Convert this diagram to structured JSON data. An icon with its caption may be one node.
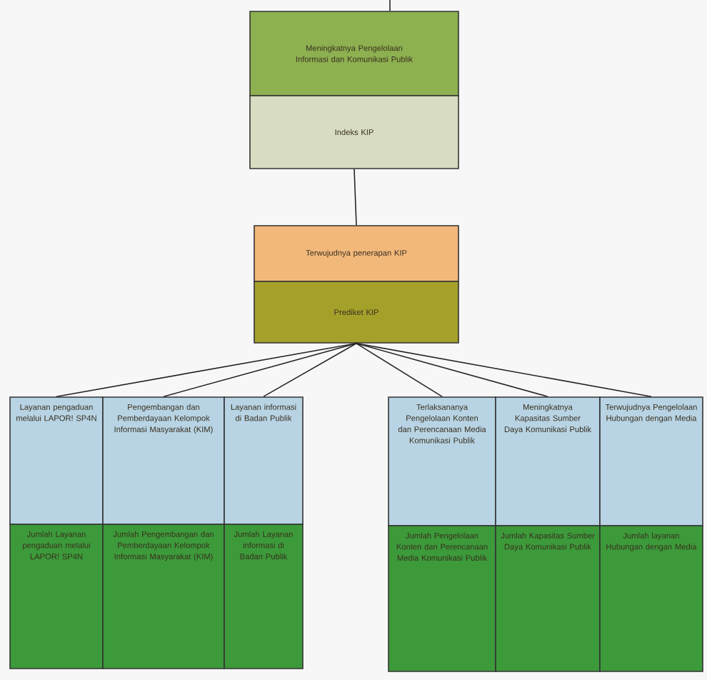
{
  "diagram": {
    "nodes": [
      {
        "text": [
          "Meningkatnya Pengelolaan Informasi dan Komunikasi Publik"
        ]
      },
      {
        "text": [
          "Indeks KIP"
        ]
      },
      {
        "text": [
          "Terwujudnya penerapan KIP"
        ]
      },
      {
        "text": [
          "Prediket KIP"
        ]
      },
      {
        "text": [
          "Layanan pengaduan melalui LAPOR! SP4N"
        ]
      },
      {
        "text": [
          "Pengembangan dan Pemberdayaan Kelompok Informasi Masyarakat (KIM)"
        ]
      },
      {
        "text": [
          "Layanan informasi di Badan Publik"
        ]
      },
      {
        "text": [
          "Terlaksananya Pengelolaan Konten dan Perencanaan Media Komunikasi Publik"
        ]
      },
      {
        "text": [
          "Meningkatnya Kapasitas Sumber Daya Komunikasi Publik"
        ]
      },
      {
        "text": [
          "Terwujudnya Pengelolaan Hubungan dengan Media"
        ]
      },
      {
        "text": [
          "Jumlah Layanan pengaduan melalui LAPOR! SP4N"
        ]
      },
      {
        "text": [
          "Jumlah Pengembangan dan Pemberdayaan Kelompok Informasi Masyarakat (KIM)"
        ]
      },
      {
        "text": [
          "Jumlah Layanan informasi di Badan Publik"
        ]
      },
      {
        "text": [
          "Jumlah Pengelolaan Konten dan Perencanaan Media Komunikasi Publik"
        ]
      },
      {
        "text": [
          "Jumlah Kapasitas Sumber Daya Komunikasi Publik"
        ]
      },
      {
        "text": [
          "Jumlah layanan Hubungan dengan Media"
        ]
      }
    ],
    "edges": [
      {
        "from": null,
        "to": 0,
        "arrow": "none"
      },
      {
        "from": 1,
        "to": 2,
        "arrow": "none"
      },
      {
        "from": 3,
        "to": 4,
        "arrow": "none"
      },
      {
        "from": 3,
        "to": 5,
        "arrow": "none"
      },
      {
        "from": 3,
        "to": 6,
        "arrow": "none"
      },
      {
        "from": 3,
        "to": 7,
        "arrow": "none"
      },
      {
        "from": 3,
        "to": 8,
        "arrow": "none"
      },
      {
        "from": 3,
        "to": 9,
        "arrow": "none"
      }
    ]
  }
}
